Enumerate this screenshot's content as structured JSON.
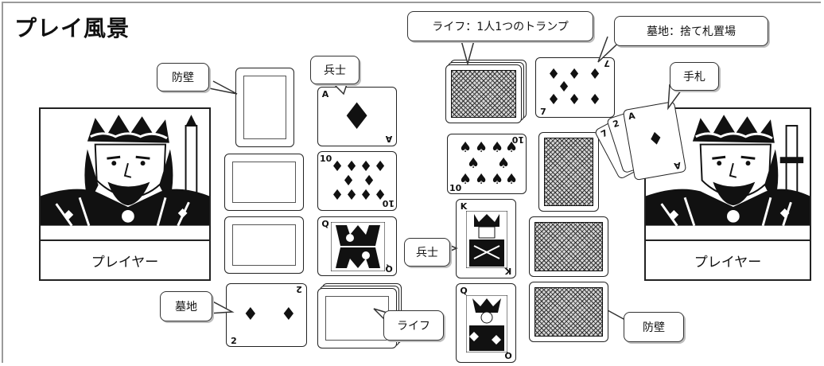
{
  "title": "プレイ風景",
  "callouts": {
    "wall_left": "防壁",
    "soldier_top": "兵士",
    "life_desc": "ライフ：1人1つのトランプ",
    "graveyard_desc": "墓地：捨て札置場",
    "hand": "手札",
    "soldier_mid": "兵士",
    "graveyard_left": "墓地",
    "life_left": "ライフ",
    "wall_right": "防壁"
  },
  "players": {
    "left": "プレイヤー",
    "right": "プレイヤー"
  },
  "cards": {
    "ace_rank": "A",
    "ten_rank": "10",
    "queen_rank": "Q",
    "two_rank": "2",
    "ten_spade_rank": "10",
    "king_rank": "K",
    "queen_spade_rank": "Q",
    "seven_rank": "7",
    "hand_ranks": [
      "A",
      "2",
      "7"
    ]
  },
  "icons": {
    "diamond": "diamond-suit",
    "spade": "spade-suit"
  }
}
